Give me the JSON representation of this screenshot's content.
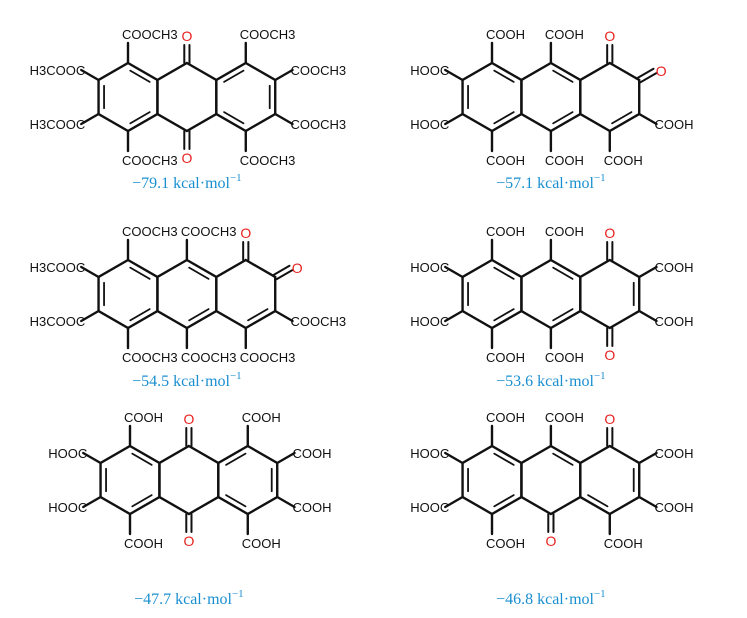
{
  "colors": {
    "text": "#111111",
    "oxygen": "#e8221f",
    "energy": "#1a8fd0"
  },
  "molecules": [
    {
      "name": "molecule-1",
      "substituents": {
        "p1": "COOCH3",
        "p2": "H3COOC",
        "p3": "H3COOC",
        "p4": "COOCH3",
        "p5": "COOCH3",
        "p6": "COOCH3",
        "p7": "COOCH3",
        "p8": "COOCH3",
        "p9": "O",
        "p10": "O"
      },
      "energy": {
        "value": "−79.1",
        "unit": " kcal·mol",
        "exp": "−1"
      }
    },
    {
      "name": "molecule-2",
      "substituents": {
        "p1": "COOH",
        "p2": "HOOC",
        "p3": "HOOC",
        "p4": "COOH",
        "p5": "COOH",
        "p6": "COOH",
        "p7": "O",
        "p8": "O",
        "p9": "COOH",
        "p10": "COOH"
      },
      "energy": {
        "value": "−57.1",
        "unit": " kcal·mol",
        "exp": "−1"
      }
    },
    {
      "name": "molecule-3",
      "substituents": {
        "p1": "COOCH3",
        "p2": "H3COOC",
        "p3": "H3COOC",
        "p4": "COOCH3",
        "p5": "COOCH3",
        "p6": "COOCH3",
        "p7": "O",
        "p8": "O",
        "p9": "COOCH3",
        "p10": "COOCH3"
      },
      "energy": {
        "value": "−54.5",
        "unit": " kcal·mol",
        "exp": "−1"
      }
    },
    {
      "name": "molecule-4",
      "substituents": {
        "p1": "COOH",
        "p2": "HOOC",
        "p3": "HOOC",
        "p4": "COOH",
        "p5": "O",
        "p6": "COOH",
        "p7": "COOH",
        "p8": "O",
        "p9": "COOH",
        "p10": "COOH"
      },
      "energy": {
        "value": "−53.6",
        "unit": " kcal·mol",
        "exp": "−1"
      }
    },
    {
      "name": "molecule-5",
      "substituents": {
        "p1": "COOH",
        "p2": "HOOC",
        "p3": "HOOC",
        "p4": "COOH",
        "p5": "COOH",
        "p6": "COOH",
        "p7": "COOH",
        "p8": "COOH",
        "p9": "O",
        "p10": "O"
      },
      "energy": {
        "value": "−47.7",
        "unit": " kcal·mol",
        "exp": "−1"
      }
    },
    {
      "name": "molecule-6",
      "substituents": {
        "p1": "COOH",
        "p2": "HOOC",
        "p3": "HOOC",
        "p4": "COOH",
        "p5": "COOH",
        "p6": "COOH",
        "p7": "COOH",
        "p8": "O",
        "p9": "COOH",
        "p10": "O"
      },
      "energy": {
        "value": "−46.8",
        "unit": " kcal·mol",
        "exp": "−1"
      }
    }
  ]
}
